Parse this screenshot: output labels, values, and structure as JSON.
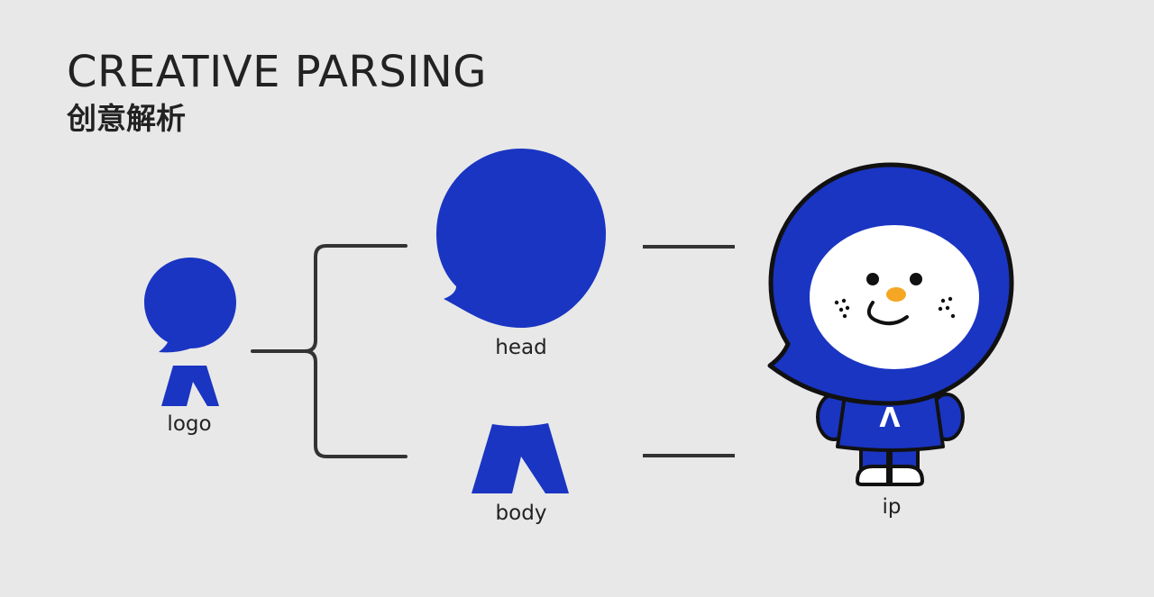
{
  "header": {
    "title": "CREATIVE PARSING",
    "subtitle": "创意解析"
  },
  "labels": {
    "logo": "logo",
    "head": "head",
    "body": "body",
    "ip": "ip"
  },
  "mascot": {
    "chest_letter": "Λ"
  },
  "colors": {
    "brand_blue": "#1a35c2",
    "background": "#e8e8e8",
    "text": "#222222",
    "nose": "#f5a623",
    "line": "#333333"
  }
}
